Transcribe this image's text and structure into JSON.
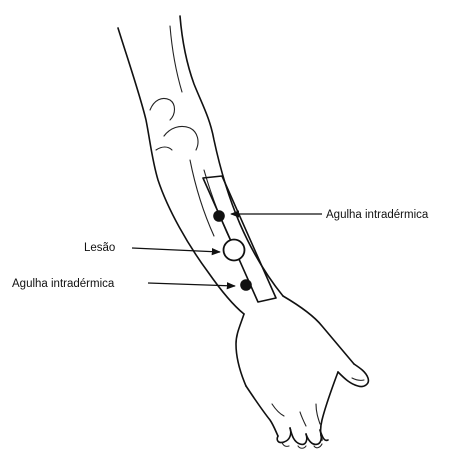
{
  "labels": {
    "needle_top": "Agulha intradérmica",
    "lesion": "Lesão",
    "needle_bottom": "Agulha intradérmica"
  },
  "icons": {
    "arm": "forearm-illustration",
    "needle_mark": "filled-dot",
    "lesion_mark": "open-circle"
  },
  "colors": {
    "ink": "#111111",
    "background": "#ffffff"
  }
}
